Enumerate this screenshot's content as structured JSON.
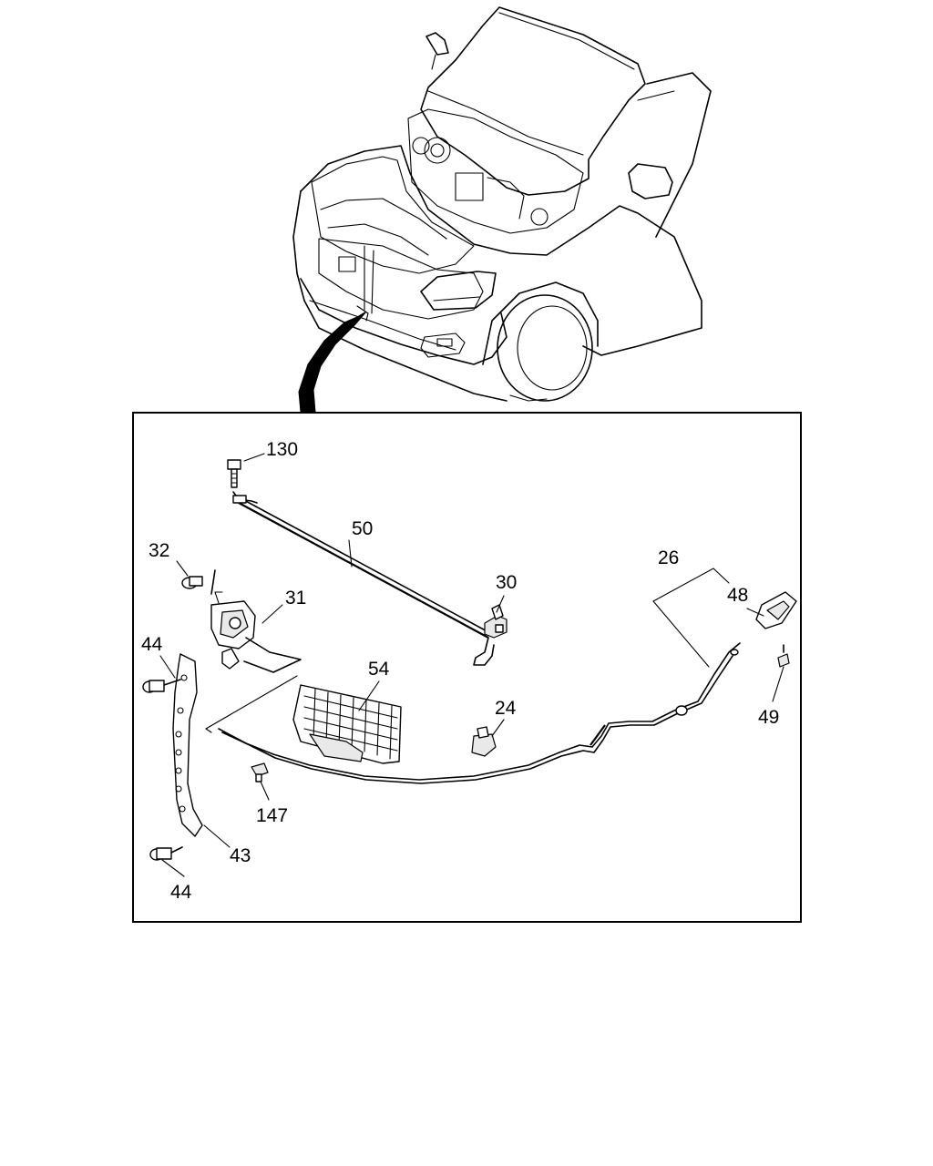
{
  "callouts": {
    "p130": "130",
    "p50": "50",
    "p32": "32",
    "p31": "31",
    "p30": "30",
    "p26": "26",
    "p48": "48",
    "p44a": "44",
    "p54": "54",
    "p24": "24",
    "p49": "49",
    "p147": "147",
    "p43": "43",
    "p44b": "44"
  }
}
